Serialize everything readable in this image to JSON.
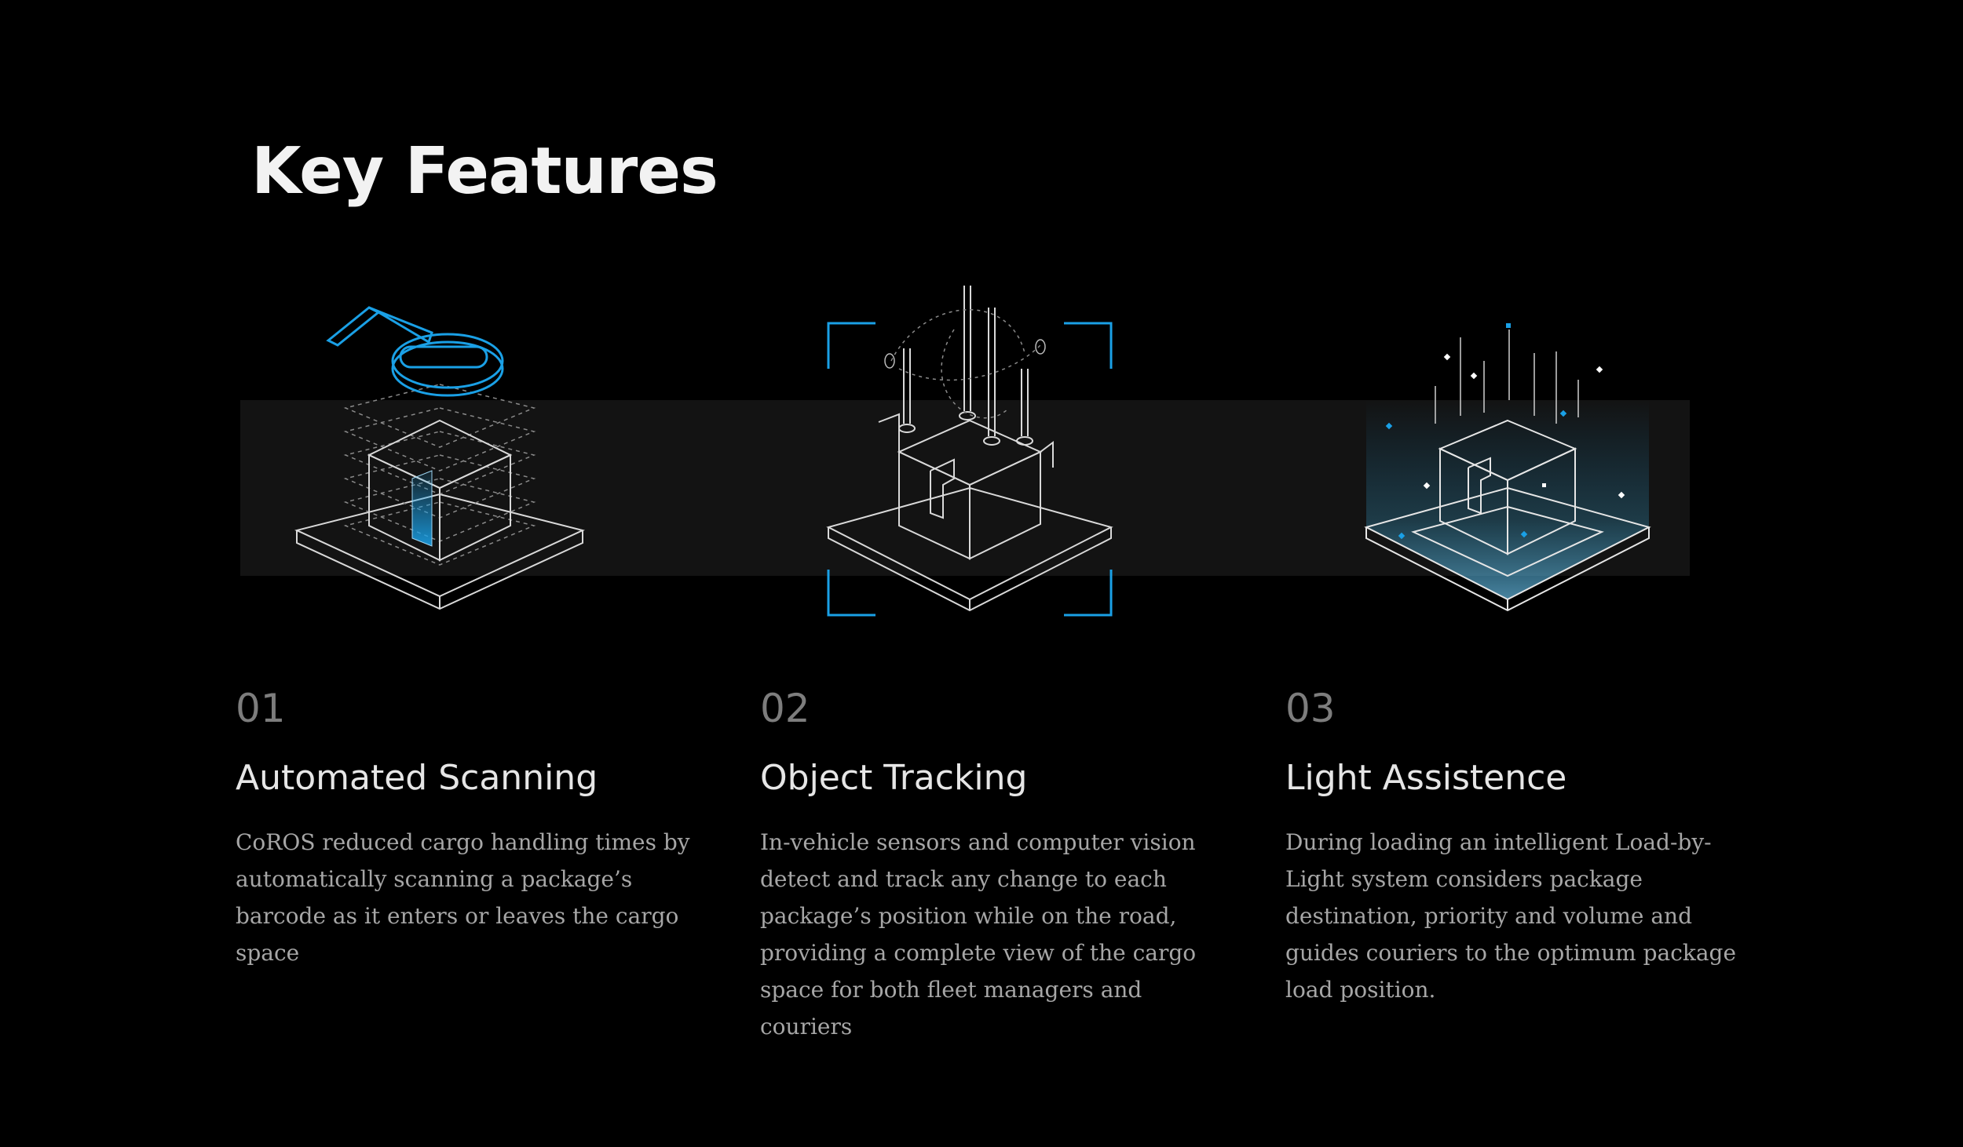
{
  "page": {
    "title": "Key Features",
    "background": "#000000"
  },
  "colors": {
    "accent": "#1aa0e6",
    "line": "#d9d9d9",
    "band": "#131313",
    "number": "#7d7d7d",
    "body_text": "#a6a6a6"
  },
  "features": [
    {
      "number": "01",
      "title": "Automated Scanning",
      "description": "CoROS reduced cargo handling times by automatically scanning a package’s barcode as it enters or leaves the cargo space",
      "icon": "robotic-arm-scanner-icon"
    },
    {
      "number": "02",
      "title": "Object Tracking",
      "description": "In-vehicle sensors and computer vision detect and track any change to each package’s position while on the road, providing a complete view of the cargo space for both fleet managers and couriers",
      "icon": "tracking-sensor-icon"
    },
    {
      "number": "03",
      "title": "Light Assistence",
      "description": "During loading an intelligent Load-by-Light system considers package destination, priority and volume and guides couriers to the optimum package load position.",
      "icon": "load-light-icon"
    }
  ]
}
